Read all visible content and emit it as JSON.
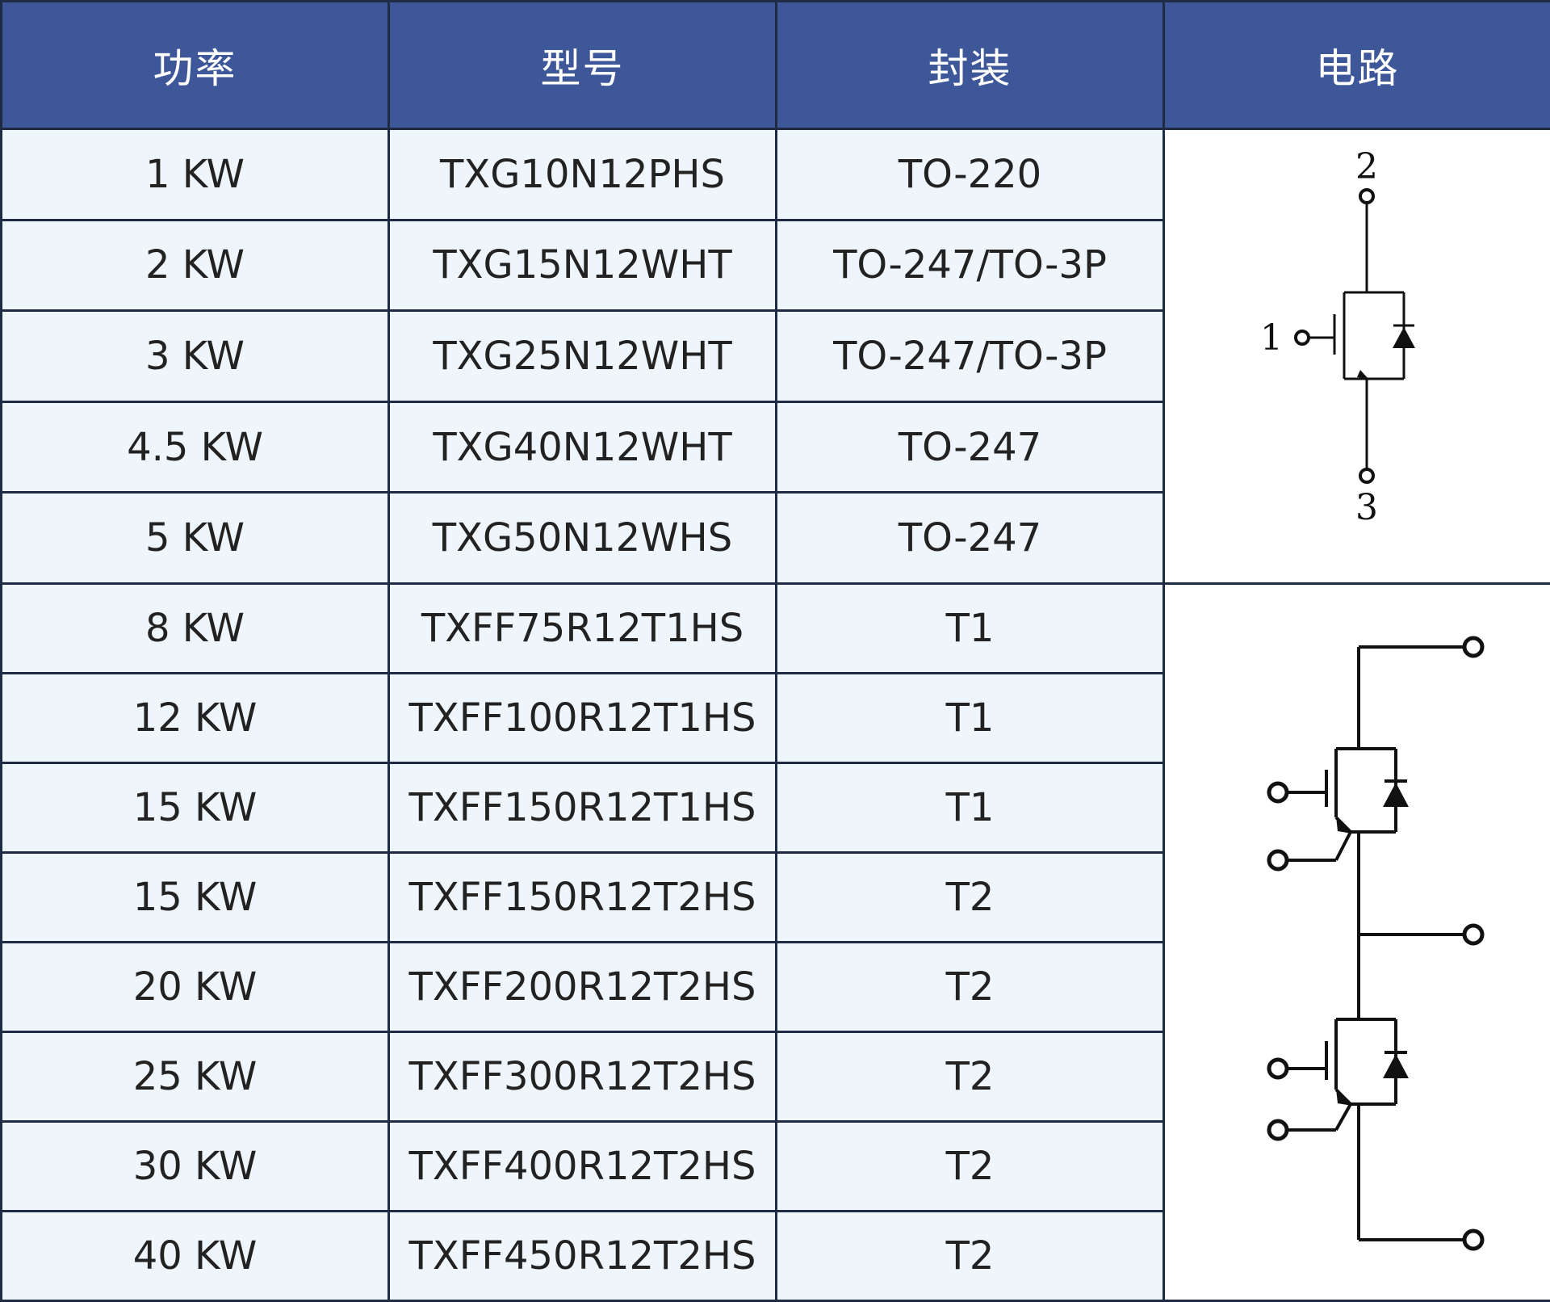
{
  "header": {
    "power": "功率",
    "model": "型号",
    "package": "封装",
    "circuit": "电路"
  },
  "rows": [
    {
      "power": "1 KW",
      "model": "TXG10N12PHS",
      "package": "TO-220"
    },
    {
      "power": "2 KW",
      "model": "TXG15N12WHT",
      "package": "TO-247/TO-3P"
    },
    {
      "power": "3 KW",
      "model": "TXG25N12WHT",
      "package": "TO-247/TO-3P"
    },
    {
      "power": "4.5 KW",
      "model": "TXG40N12WHT",
      "package": "TO-247"
    },
    {
      "power": "5 KW",
      "model": "TXG50N12WHS",
      "package": "TO-247"
    },
    {
      "power": "8 KW",
      "model": "TXFF75R12T1HS",
      "package": "T1"
    },
    {
      "power": "12 KW",
      "model": "TXFF100R12T1HS",
      "package": "T1"
    },
    {
      "power": "15 KW",
      "model": "TXFF150R12T1HS",
      "package": "T1"
    },
    {
      "power": "15 KW",
      "model": "TXFF150R12T2HS",
      "package": "T2"
    },
    {
      "power": "20 KW",
      "model": "TXFF200R12T2HS",
      "package": "T2"
    },
    {
      "power": "25 KW",
      "model": "TXFF300R12T2HS",
      "package": "T2"
    },
    {
      "power": "30 KW",
      "model": "TXFF400R12T2HS",
      "package": "T2"
    },
    {
      "power": "40 KW",
      "model": "TXFF450R12T2HS",
      "package": "T2"
    }
  ],
  "circuits": {
    "single_igbt": {
      "pin_gate": "1",
      "pin_collector": "2",
      "pin_emitter": "3"
    }
  },
  "colors": {
    "header_bg": "#3d5799",
    "header_text": "#ffffff",
    "row_bg": "#eef5fb",
    "border": "#1f2a44"
  }
}
